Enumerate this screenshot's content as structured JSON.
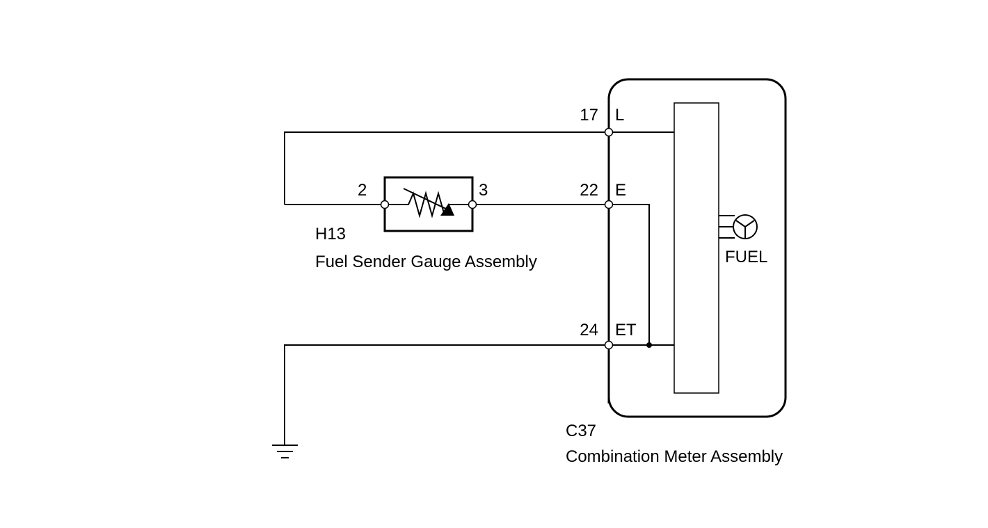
{
  "sender": {
    "code": "H13",
    "name": "Fuel Sender Gauge Assembly",
    "pin_left": "2",
    "pin_right": "3",
    "symbol": "variable-resistor-icon"
  },
  "meter": {
    "code": "C37",
    "name": "Combination Meter Assembly",
    "gauge_label": "FUEL",
    "gauge_symbol": "fuel-gauge-icon",
    "pins": [
      {
        "number": "17",
        "name": "L"
      },
      {
        "number": "22",
        "name": "E"
      },
      {
        "number": "24",
        "name": "ET"
      }
    ]
  },
  "ground_symbol": "ground-icon"
}
